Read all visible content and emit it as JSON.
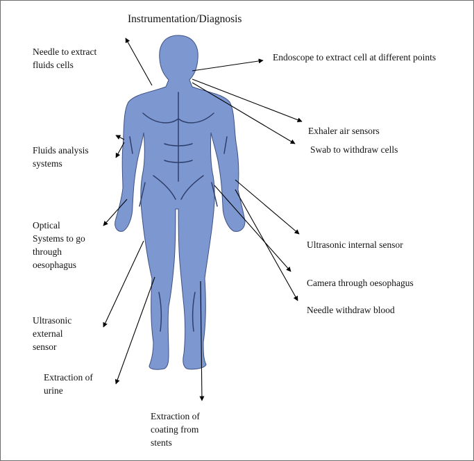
{
  "title": "Instrumentation/Diagnosis",
  "labels": {
    "needle_fluids": "Needle to extract\nfluids cells",
    "endoscope": "Endoscope to extract cell at different points",
    "exhaler": "Exhaler air sensors",
    "swab": "Swab to withdraw cells",
    "fluids_analysis": "Fluids analysis\nsystems",
    "optical": "Optical\nSystems to go\nthrough\noesophagus",
    "ultrasonic_internal": "Ultrasonic internal sensor",
    "camera": "Camera through oesophagus",
    "needle_blood": "Needle withdraw blood",
    "ultrasonic_external": "Ultrasonic\nexternal\nsensor",
    "urine": "Extraction of\nurine",
    "coating": "Extraction of\ncoating from\nstents"
  },
  "colors": {
    "body_fill": "#7d97d1",
    "body_stroke": "#3c4f82",
    "muscle_line": "#2f3f6c",
    "arrow": "#000000",
    "frame": "#6b6b6b"
  }
}
